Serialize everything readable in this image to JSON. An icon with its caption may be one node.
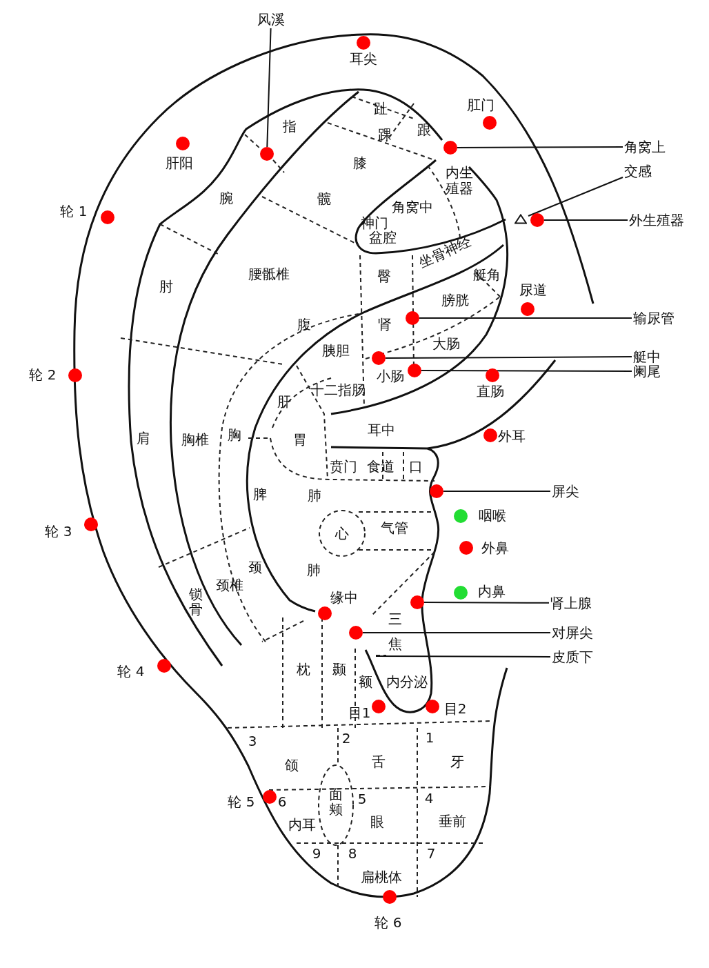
{
  "diagram": {
    "nodes": [
      {
        "text": [
          "风溪"
        ]
      },
      {
        "text": [],
        "shape": "circle"
      },
      {
        "text": [
          "角窝上"
        ]
      },
      {
        "text": [],
        "shape": "circle"
      },
      {
        "text": [
          "交感"
        ]
      },
      {
        "text": [],
        "shape": "triangle"
      },
      {
        "text": [
          "外生殖器"
        ]
      },
      {
        "text": [],
        "shape": "circle"
      },
      {
        "text": [
          "输尿管"
        ]
      },
      {
        "text": [],
        "shape": "circle"
      },
      {
        "text": [
          "艇中"
        ]
      },
      {
        "text": [],
        "shape": "circle"
      },
      {
        "text": [
          "阑尾"
        ]
      },
      {
        "text": [],
        "shape": "circle"
      },
      {
        "text": [
          "屏尖"
        ]
      },
      {
        "text": [],
        "shape": "circle"
      },
      {
        "text": [
          "肾上腺"
        ]
      },
      {
        "text": [],
        "shape": "circle"
      },
      {
        "text": [
          "对屏尖"
        ]
      },
      {
        "text": [],
        "shape": "circle"
      },
      {
        "text": [
          "皮质下"
        ]
      },
      {
        "text": [],
        "shape": "circle",
        "beside": [
          "耳尖"
        ]
      },
      {
        "text": [],
        "shape": "circle",
        "beside": [
          "肛门"
        ]
      },
      {
        "text": [],
        "shape": "circle",
        "beside": [
          "肝阳"
        ]
      },
      {
        "text": [],
        "shape": "circle",
        "beside": [
          "轮 1"
        ]
      },
      {
        "text": [],
        "shape": "circle",
        "beside": [
          "尿道"
        ]
      },
      {
        "text": [],
        "shape": "circle",
        "beside": [
          "直肠"
        ]
      },
      {
        "text": [],
        "shape": "circle",
        "beside": [
          "轮 2"
        ]
      },
      {
        "text": [],
        "shape": "circle",
        "beside": [
          "外耳"
        ]
      },
      {
        "text": [],
        "shape": "circle",
        "beside": [
          "咽喉"
        ]
      },
      {
        "text": [],
        "shape": "circle",
        "beside": [
          "轮 3"
        ]
      },
      {
        "text": [],
        "shape": "circle",
        "beside": [
          "外鼻"
        ]
      },
      {
        "text": [],
        "shape": "circle",
        "beside": [
          "内鼻"
        ]
      },
      {
        "text": [],
        "shape": "circle",
        "beside": [
          "缘中"
        ]
      },
      {
        "text": [],
        "shape": "circle",
        "beside": [
          "轮 4"
        ]
      },
      {
        "text": [],
        "shape": "circle",
        "beside": [
          "目1"
        ]
      },
      {
        "text": [],
        "shape": "circle",
        "beside": [
          "目2"
        ]
      },
      {
        "text": [],
        "shape": "circle",
        "beside": [
          "轮 5"
        ]
      },
      {
        "text": [],
        "shape": "circle",
        "beside": [
          "轮 6"
        ]
      }
    ],
    "edges": [
      {
        "from": 0,
        "to": 1,
        "arrow": "none"
      },
      {
        "from": 2,
        "to": 3,
        "arrow": "none"
      },
      {
        "from": 4,
        "to": 5,
        "arrow": "none"
      },
      {
        "from": 6,
        "to": 7,
        "arrow": "none"
      },
      {
        "from": 8,
        "to": 9,
        "arrow": "none"
      },
      {
        "from": 10,
        "to": 11,
        "arrow": "none"
      },
      {
        "from": 12,
        "to": 13,
        "arrow": "none"
      },
      {
        "from": 14,
        "to": 15,
        "arrow": "none"
      },
      {
        "from": 16,
        "to": 17,
        "arrow": "none"
      },
      {
        "from": 18,
        "to": 19,
        "arrow": "none"
      },
      {
        "from": 20,
        "to": null,
        "arrow": "none"
      }
    ],
    "labels": [
      "趾",
      "指",
      "踝",
      "跟",
      "膝",
      "内生殖器",
      "腕",
      "髋",
      "角窝中",
      "神门",
      "盆腔",
      "坐骨神经",
      "腰骶椎",
      "臀",
      "艇角",
      "肘",
      "膀胱",
      "腹",
      "肾",
      "大肠",
      "胰胆",
      "小肠",
      "十二指肠",
      "肝",
      "肩",
      "胸椎",
      "胸",
      "胃",
      "耳中",
      "贲门",
      "食道",
      "口",
      "脾",
      "肺",
      "心",
      "气管",
      "颈",
      "肺",
      "颈椎",
      "锁骨",
      "三",
      "焦",
      "枕",
      "颞",
      "额",
      "内分泌",
      "3",
      "2",
      "1",
      "颌",
      "舌",
      "牙",
      "面颊",
      "6",
      "5",
      "4",
      "内耳",
      "眼",
      "垂前",
      "9",
      "8",
      "7",
      "扁桃体"
    ]
  }
}
